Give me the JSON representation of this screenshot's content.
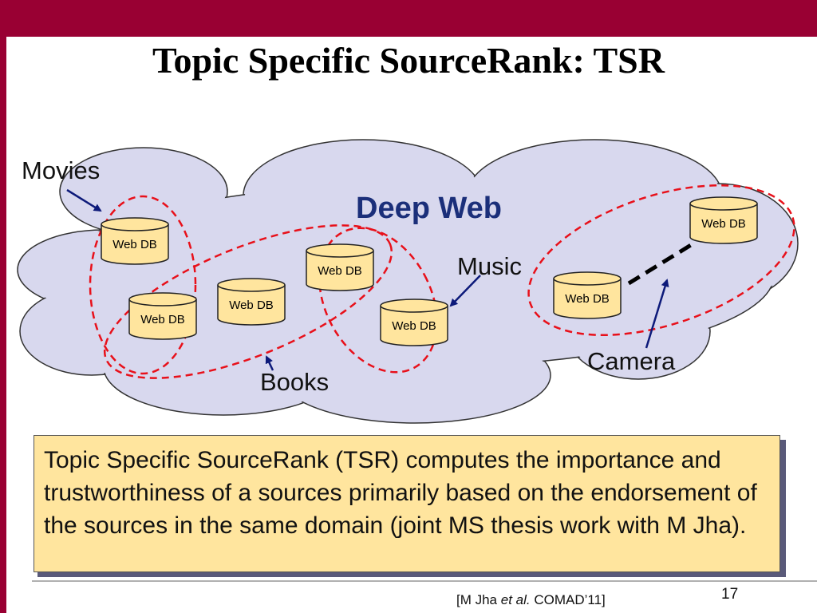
{
  "title": "Topic Specific SourceRank: TSR",
  "diagram": {
    "cloud_label": "Deep Web",
    "db_label": "Web DB",
    "topics": {
      "movies": "Movies",
      "books": "Books",
      "music": "Music",
      "camera": "Camera"
    }
  },
  "description": "Topic Specific SourceRank (TSR) computes the importance and trustworthiness of a sources primarily based on the endorsement of the sources in the same domain (joint MS thesis work with  M Jha).",
  "citation": {
    "open": "[M Jha ",
    "etal": "et al.",
    "close": " COMAD’11]"
  },
  "slide_number": "17",
  "colors": {
    "frame": "#990033",
    "cloud_fill": "#d8d8ee",
    "db_fill": "#ffe59e",
    "topic_ellipse": "#e8101a",
    "arrow": "#0d1a7a",
    "deep_web_text": "#1b2f7a",
    "description_fill": "#ffe59e"
  }
}
